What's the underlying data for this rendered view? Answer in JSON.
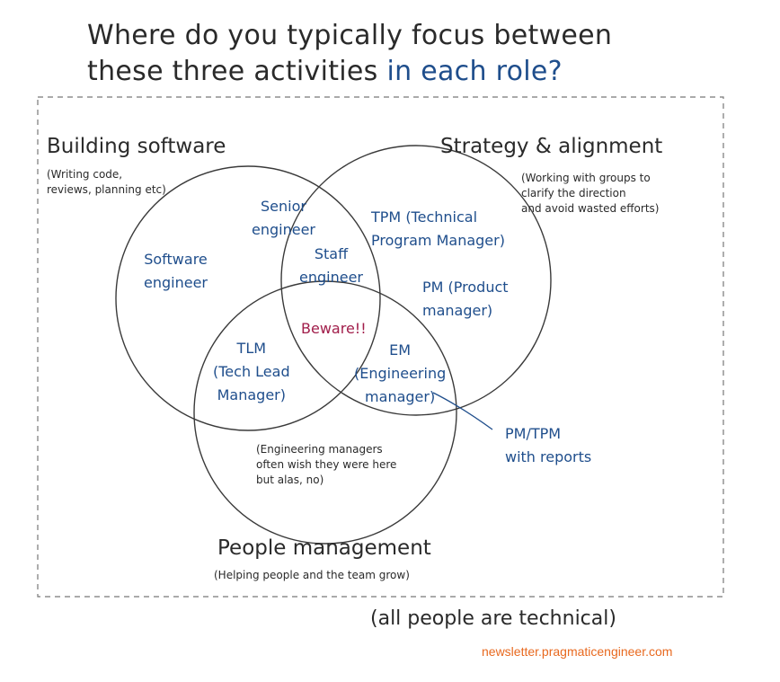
{
  "title": {
    "line1": "Where do you typically focus between",
    "line2_main": "these three activities",
    "line2_accent": "in each role?"
  },
  "activities": {
    "building": {
      "label": "Building software",
      "note_line1": "(Writing code,",
      "note_line2": "reviews, planning etc)"
    },
    "strategy": {
      "label": "Strategy & alignment",
      "note_line1": "(Working with groups to",
      "note_line2": "clarify the direction",
      "note_line3": "and avoid wasted efforts)"
    },
    "people": {
      "label": "People management",
      "note": "(Helping people and the team grow)"
    }
  },
  "roles": {
    "software_engineer": {
      "line1": "Software",
      "line2": "engineer"
    },
    "senior_engineer": {
      "line1": "Senior",
      "line2": "engineer"
    },
    "staff_engineer": {
      "line1": "Staff",
      "line2": "engineer"
    },
    "tpm": {
      "line1": "TPM (Technical",
      "line2": "Program Manager)"
    },
    "pm": {
      "line1": "PM (Product",
      "line2": "manager)"
    },
    "beware": "Beware!!",
    "tlm": {
      "line1": "TLM",
      "line2": "(Tech Lead",
      "line3": "Manager)"
    },
    "em": {
      "line1": "EM",
      "line2": "(Engineering",
      "line3": "manager)"
    },
    "pm_tpm_reports": {
      "line1": "PM/TPM",
      "line2": "with reports"
    }
  },
  "people_only_note": {
    "line1": "(Engineering managers",
    "line2": "often wish they were here",
    "line3": "but alas, no)"
  },
  "footer_note": "(all people are technical)",
  "source": "newsletter.pragmaticengineer.com",
  "colors": {
    "ink": "#2a2a2a",
    "role_blue": "#1f4e8c",
    "beware_red": "#a11d4a",
    "source_orange": "#e8691f"
  }
}
